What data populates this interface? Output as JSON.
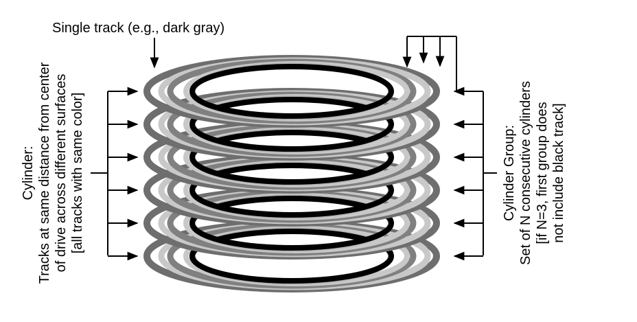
{
  "labels": {
    "single_track": "Single track (e.g., dark gray)",
    "cylinder": {
      "title": "Cylinder:",
      "line1": "Tracks at same distance from center",
      "line2": "of drive across different surfaces",
      "line3": "[all tracks with same color]"
    },
    "cylinder_group": {
      "title": "Cylinder Group:",
      "line1": "Set of N consecutive cylinders",
      "line2": "[if N=3, first group does",
      "line3": "not include black track]"
    }
  },
  "diagram": {
    "platter_count": 6,
    "track_colors": [
      "#6e6e6e",
      "#c8c8c8",
      "#808080",
      "#c8c8c8",
      "#b4b4b4",
      "#000000"
    ]
  }
}
